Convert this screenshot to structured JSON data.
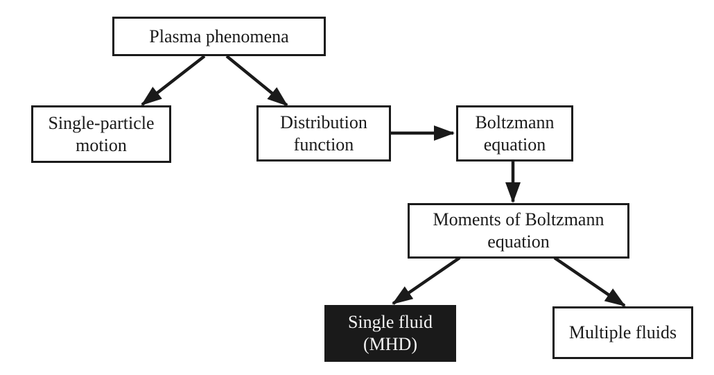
{
  "diagram": {
    "type": "flowchart",
    "nodes": {
      "plasma": {
        "label": "Plasma phenomena",
        "variant": "light"
      },
      "single_particle": {
        "label": "Single-particle\nmotion",
        "variant": "light"
      },
      "distribution": {
        "label": "Distribution\nfunction",
        "variant": "light"
      },
      "boltzmann": {
        "label": "Boltzmann\nequation",
        "variant": "light"
      },
      "moments": {
        "label": "Moments of Boltzmann\nequation",
        "variant": "light"
      },
      "single_fluid": {
        "label": "Single fluid\n(MHD)",
        "variant": "dark"
      },
      "multiple_fluids": {
        "label": "Multiple fluids",
        "variant": "light"
      }
    },
    "connections": [
      {
        "from": "Plasma phenomena",
        "to": "Single-particle motion"
      },
      {
        "from": "Plasma phenomena",
        "to": "Distribution function"
      },
      {
        "from": "Distribution function",
        "to": "Boltzmann equation"
      },
      {
        "from": "Boltzmann equation",
        "to": "Moments of Boltzmann equation"
      },
      {
        "from": "Moments of Boltzmann equation",
        "to": "Single fluid (MHD)"
      },
      {
        "from": "Moments of Boltzmann equation",
        "to": "Multiple fluids"
      }
    ],
    "colors": {
      "background": "#ffffff",
      "line": "#1a1a1a",
      "box_border": "#1a1a1a",
      "box_fill": "#ffffff",
      "dark_box_fill": "#1a1a1a",
      "dark_box_text": "#f5f5f5",
      "text": "#1a1a1a"
    }
  }
}
